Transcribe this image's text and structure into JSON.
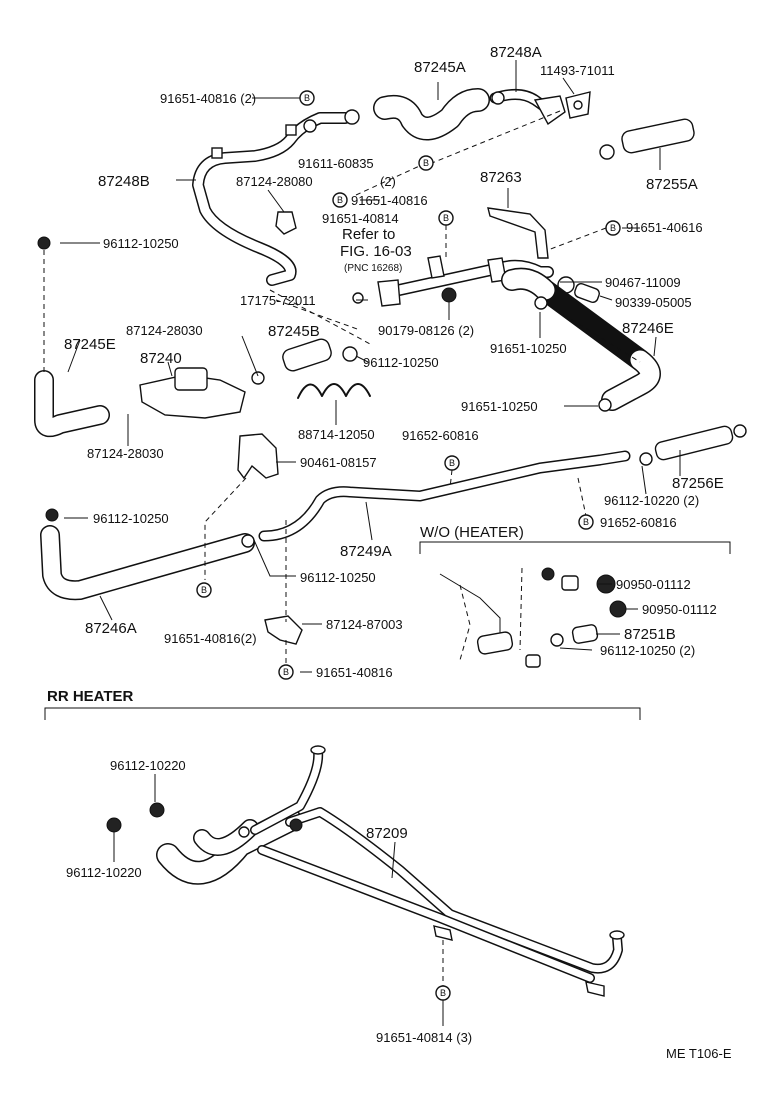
{
  "labels": {
    "p87245A": "87245A",
    "p87248A": "87248A",
    "p11493": "11493-71011",
    "p91651_40816_2": "91651-40816 (2)",
    "p91611": "91611-60835",
    "p91611_qty": "(2)",
    "p87248B": "87248B",
    "p87124_28080": "87124-28080",
    "p87255A": "87255A",
    "p91651_40816_a": "91651-40816",
    "p87263": "87263",
    "p91651_40814": "91651-40814",
    "p91651_40616": "91651-40616",
    "p96112_10250_a": "96112-10250",
    "refer_to": "Refer to",
    "fig": "FIG. 16-03",
    "pnc": "(PNC 16268)",
    "p90467": "90467-11009",
    "p17175": "17175-72011",
    "p90339": "90339-05005",
    "p90179": "90179-08126 (2)",
    "p87124_28030_a": "87124-28030",
    "p87245B": "87245B",
    "p87246E": "87246E",
    "p87245E": "87245E",
    "p87240": "87240",
    "p91651_10250_a": "91651-10250",
    "p96112_10250_b": "96112-10250",
    "p88714": "88714-12050",
    "p91651_10250_b": "91651-10250",
    "p87124_28030_b": "87124-28030",
    "p91652_60816_a": "91652-60816",
    "p90461": "90461-08157",
    "p87256E": "87256E",
    "p96112_10220_2": "96112-10220 (2)",
    "p96112_10250_c": "96112-10250",
    "p91652_60816_b": "91652-60816",
    "p87249A": "87249A",
    "wo_heater": "W/O (HEATER)",
    "p96112_10250_d": "96112-10250",
    "p90950_a": "90950-01112",
    "p90950_b": "90950-01112",
    "p87246A": "87246A",
    "p91651_40816_2b": "91651-40816(2)",
    "p87124_87003": "87124-87003",
    "p87251B": "87251B",
    "p96112_10250_2": "96112-10250 (2)",
    "p91651_40816_b": "91651-40816",
    "rr_heater": "RR  HEATER",
    "p96112_10220_a": "96112-10220",
    "p96112_10220_b": "96112-10220",
    "p87209": "87209",
    "p91651_40814_3": "91651-40814 (3)",
    "code": "ME  T106-E"
  },
  "bolt_marker": "B"
}
